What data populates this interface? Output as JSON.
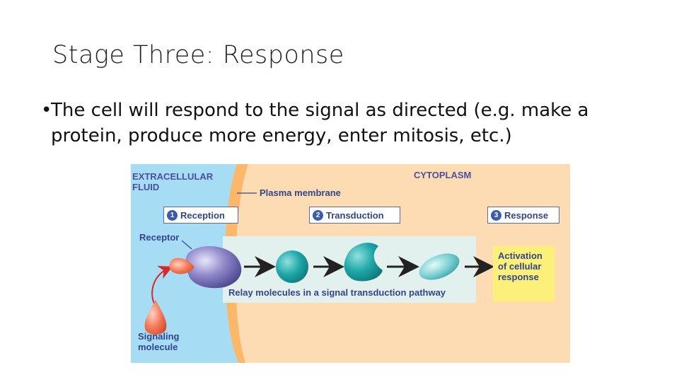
{
  "slide": {
    "title": "Stage Three: Response",
    "bullet_marker": "•",
    "bullet_text": "The cell will respond to the signal as directed (e.g. make a protein, produce more energy, enter mitosis, etc.)"
  },
  "diagram": {
    "regions": {
      "extracellular": "EXTRACELLULAR\nFLUID",
      "cytoplasm": "CYTOPLASM",
      "membrane": "Plasma membrane"
    },
    "steps": [
      {
        "number": "1",
        "label": "Reception"
      },
      {
        "number": "2",
        "label": "Transduction"
      },
      {
        "number": "3",
        "label": "Response"
      }
    ],
    "receptor_label": "Receptor",
    "relay_label": "Relay molecules in a signal transduction pathway",
    "signaling_label": "Signaling\nmolecule",
    "response_label": "Activation\nof cellular\nresponse",
    "colors": {
      "extracellular": "#a6dcf4",
      "membrane": "#fbb76a",
      "cytoplasm": "#fddcb4",
      "relay_band": "#e3f1ee",
      "response_box": "#fdf07a",
      "text": "#33458a",
      "receptor": "#7a72b8",
      "signal": "#f06a4a",
      "relay": "#1fa7a8"
    }
  }
}
